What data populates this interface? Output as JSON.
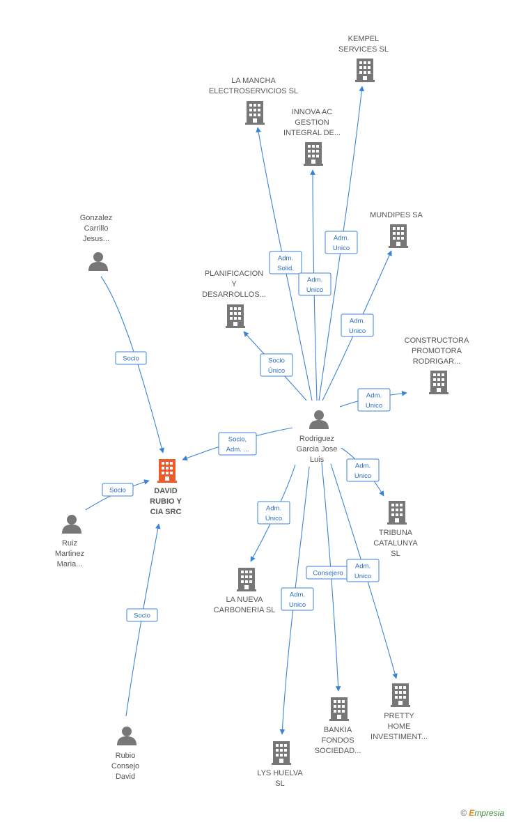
{
  "colors": {
    "edge": "#3b83d8",
    "node": "#777777",
    "focus": "#ee5a2a"
  },
  "nodes": [
    {
      "id": "center",
      "type": "person",
      "lines": [
        "Rodriguez",
        "Garcia Jose",
        "Luis"
      ]
    },
    {
      "id": "david",
      "type": "company",
      "main": true,
      "lines": [
        "DAVID",
        "RUBIO Y",
        "CIA SRC"
      ]
    },
    {
      "id": "kempel",
      "type": "company",
      "lines": [
        "KEMPEL",
        "SERVICES SL"
      ]
    },
    {
      "id": "mancha",
      "type": "company",
      "lines": [
        "LA MANCHA",
        "ELECTROSERVICIOS SL"
      ]
    },
    {
      "id": "innova",
      "type": "company",
      "lines": [
        "INNOVA AC",
        "GESTION",
        "INTEGRAL DE..."
      ]
    },
    {
      "id": "mundipes",
      "type": "company",
      "lines": [
        "MUNDIPES SA"
      ]
    },
    {
      "id": "planif",
      "type": "company",
      "lines": [
        "PLANIFICACION",
        "Y",
        "DESARROLLOS..."
      ]
    },
    {
      "id": "constructora",
      "type": "company",
      "lines": [
        "CONSTRUCTORA",
        "PROMOTORA",
        "RODRIGAR..."
      ]
    },
    {
      "id": "tribuna",
      "type": "company",
      "lines": [
        "TRIBUNA",
        "CATALUNYA",
        "SL"
      ]
    },
    {
      "id": "nueva",
      "type": "company",
      "lines": [
        "LA NUEVA",
        "CARBONERIA SL"
      ]
    },
    {
      "id": "pretty",
      "type": "company",
      "lines": [
        "PRETTY",
        "HOME",
        "INVESTIMENT..."
      ]
    },
    {
      "id": "bankia",
      "type": "company",
      "lines": [
        "BANKIA",
        "FONDOS",
        "SOCIEDAD..."
      ]
    },
    {
      "id": "lys",
      "type": "company",
      "lines": [
        "LYS HUELVA",
        "SL"
      ]
    },
    {
      "id": "gonzalez",
      "type": "person",
      "lines": [
        "Gonzalez",
        "Carrillo",
        "Jesus..."
      ]
    },
    {
      "id": "ruiz",
      "type": "person",
      "lines": [
        "Ruiz",
        "Martinez",
        "Maria..."
      ]
    },
    {
      "id": "rubio",
      "type": "person",
      "lines": [
        "Rubio",
        "Consejo",
        "David"
      ]
    }
  ],
  "edges": [
    {
      "id": "e-kempel",
      "lines": [
        "Adm.",
        "Unico"
      ]
    },
    {
      "id": "e-mancha",
      "lines": [
        "Adm.",
        "Solid."
      ]
    },
    {
      "id": "e-innova",
      "lines": [
        "Adm.",
        "Unico"
      ]
    },
    {
      "id": "e-mundipes",
      "lines": [
        "Adm.",
        "Unico"
      ]
    },
    {
      "id": "e-planif",
      "lines": [
        "Socio",
        "Único"
      ]
    },
    {
      "id": "e-constructora",
      "lines": [
        "Adm.",
        "Unico"
      ]
    },
    {
      "id": "e-david",
      "lines": [
        "Socio,",
        "Adm. ..."
      ]
    },
    {
      "id": "e-tribuna",
      "lines": [
        "Adm.",
        "Unico"
      ]
    },
    {
      "id": "e-nueva",
      "lines": [
        "Adm.",
        "Unico"
      ]
    },
    {
      "id": "e-bankia",
      "lines": [
        "Consejero"
      ]
    },
    {
      "id": "e-pretty",
      "lines": [
        "Adm.",
        "Unico"
      ]
    },
    {
      "id": "e-lys",
      "lines": [
        "Adm.",
        "Unico"
      ]
    },
    {
      "id": "e-gonzalez",
      "lines": [
        "Socio"
      ]
    },
    {
      "id": "e-ruiz",
      "lines": [
        "Socio"
      ]
    },
    {
      "id": "e-rubio",
      "lines": [
        "Socio"
      ]
    }
  ],
  "copyright": {
    "symbol": "©",
    "brand_initial": "E",
    "brand_rest": "mpresia"
  }
}
